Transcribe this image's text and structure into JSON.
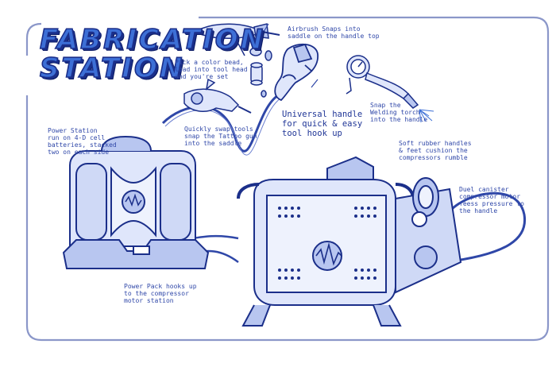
{
  "title": {
    "line1": "FABRICATION",
    "line2": "STATION"
  },
  "colors": {
    "ink": "#2f47a8",
    "ink_dark": "#1b2f8a",
    "accent": "#3d6fd6",
    "frame": "#8b97c9"
  },
  "annotations": {
    "airbrush": "Airbrush Snaps into\nsaddle on the handle top",
    "color_bead": "Pick a color bead,\nload into tool head\nand you're set",
    "swap_tools": "Quickly swap tools\nsnap the Tattoo gun\ninto the saddle",
    "universal_handle": "Universal handle\nfor quick & easy\ntool hook up",
    "welding": "Snap the\nWelding torch\ninto the handle",
    "power_station": "Power Station\nrun on 4-D cell\nbatteries, stacked\ntwo on each side",
    "rubber_handles": "Soft rubber handles\n& feet cushion the\ncompressors rumble",
    "canister": "Duel canister\ncompressor motor\nfeess pressure to\nthe handle",
    "power_pack": "Power Pack hooks up\nto the compressor\nmotor station"
  }
}
